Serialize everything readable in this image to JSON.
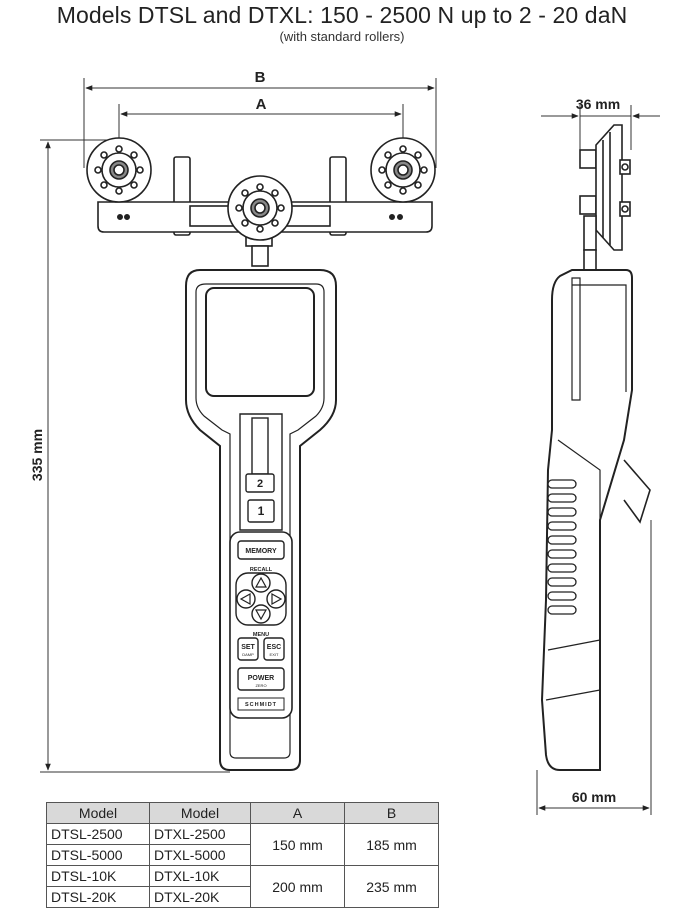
{
  "title": "Models DTSL and DTXL: 150 - 2500 N up to 2 - 20 daN",
  "subtitle": "(with standard rollers)",
  "dimensions": {
    "b_label": "B",
    "a_label": "A",
    "height_label": "335 mm",
    "depth_label": "36 mm",
    "width_label": "60 mm"
  },
  "device_labels": {
    "key_two": "2",
    "key_one": "1",
    "memory": "MEMORY",
    "recall": "RECALL",
    "menu": "MENU",
    "set": "SET",
    "set_sub": "DAMP",
    "esc": "ESC",
    "esc_sub": "EXIT",
    "power": "POWER",
    "power_sub": "ZERO",
    "brand": "SCHMIDT"
  },
  "spec_table": {
    "headers": [
      "Model",
      "Model",
      "A",
      "B"
    ],
    "rows": [
      {
        "dtsl": "DTSL-2500",
        "dtxl": "DTXL-2500"
      },
      {
        "dtsl": "DTSL-5000",
        "dtxl": "DTXL-5000"
      },
      {
        "dtsl": "DTSL-10K",
        "dtxl": "DTXL-10K"
      },
      {
        "dtsl": "DTSL-20K",
        "dtxl": "DTXL-20K"
      }
    ],
    "groups": [
      {
        "a": "150 mm",
        "b": "185 mm"
      },
      {
        "a": "200 mm",
        "b": "235 mm"
      }
    ]
  }
}
